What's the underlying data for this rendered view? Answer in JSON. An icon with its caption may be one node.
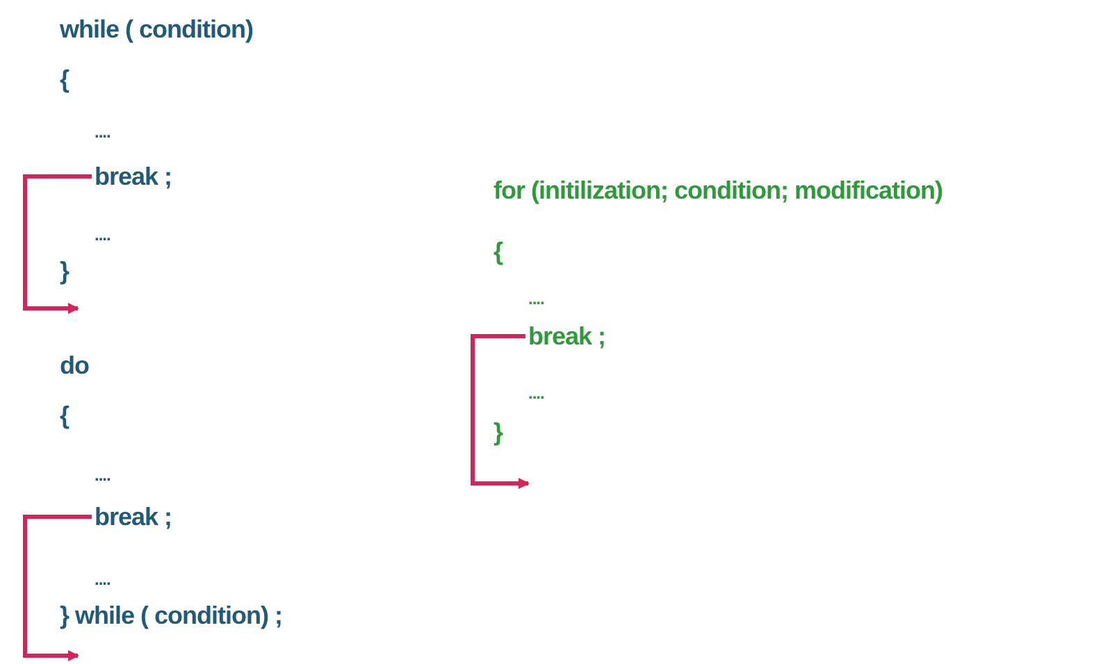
{
  "diagram": {
    "nodes": [
      {
        "text": [
          "break ;"
        ]
      },
      {
        "text": [
          "break ;"
        ]
      },
      {
        "text": [
          "break ;"
        ]
      }
    ],
    "edges": [
      {
        "from": 0,
        "to": null,
        "arrow": "to"
      },
      {
        "from": 1,
        "to": null,
        "arrow": "to"
      },
      {
        "from": 2,
        "to": null,
        "arrow": "to"
      }
    ],
    "labels": [
      "while ( condition)",
      "{",
      "....",
      "....",
      "}",
      "do",
      "{",
      "....",
      "....",
      "} while ( condition) ;",
      "for (initilization; condition; modification)",
      "{",
      "....",
      "....",
      "}"
    ]
  }
}
